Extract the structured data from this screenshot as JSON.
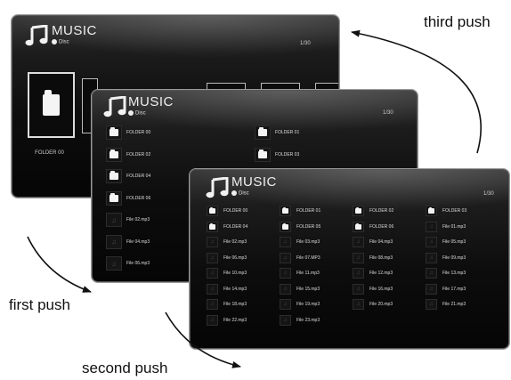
{
  "screen1": {
    "title": "MUSIC",
    "subtitle": "Disc",
    "page": "1/30",
    "folder_label": "FOLDER 00"
  },
  "screen2": {
    "title": "MUSIC",
    "subtitle": "Disc",
    "page": "1/30",
    "rows": [
      {
        "left": "FOLDER 00",
        "right": "FOLDER 01"
      },
      {
        "left": "FOLDER 02",
        "right": "FOLDER 03"
      },
      {
        "left": "FOLDER 04",
        "right": ""
      },
      {
        "left": "FOLDER 06",
        "right": ""
      },
      {
        "left": "File 02.mp3",
        "right": ""
      },
      {
        "left": "File 04.mp3",
        "right": ""
      },
      {
        "left": "File 06.mp3",
        "right": ""
      }
    ]
  },
  "screen3": {
    "title": "MUSIC",
    "subtitle": "Disc",
    "page": "1/30",
    "columns": [
      [
        "FOLDER 00",
        "FOLDER 04",
        "File 02.mp3",
        "File 06.mp3",
        "File 10.mp3",
        "File 14.mp3",
        "File 18.mp3",
        "File 22.mp3"
      ],
      [
        "FOLDER 01",
        "FOLDER 05",
        "File 03.mp3",
        "File 07.MP3",
        "File 11.mp3",
        "File 15.mp3",
        "File 19.mp3",
        "File 23.mp3"
      ],
      [
        "FOLDER 02",
        "FOLDER 06",
        "File 04.mp3",
        "File 08.mp3",
        "File 12.mp3",
        "File 16.mp3",
        "File 20.mp3",
        ""
      ],
      [
        "FOLDER 03",
        "File 01.mp3",
        "File 05.mp3",
        "File 09.mp3",
        "File 13.mp3",
        "File 17.mp3",
        "File 21.mp3",
        ""
      ]
    ]
  },
  "captions": {
    "first": "first push",
    "second": "second push",
    "third": "third push"
  }
}
